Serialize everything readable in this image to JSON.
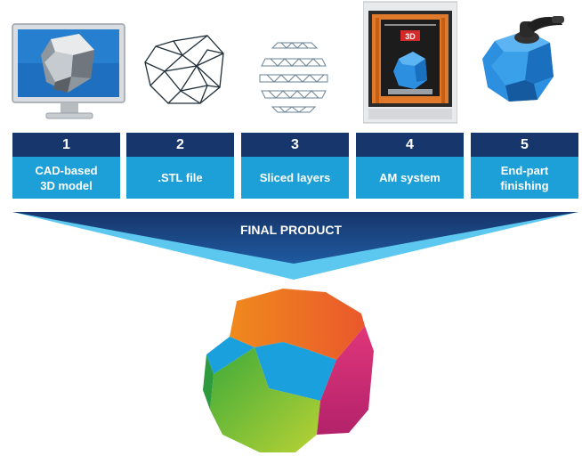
{
  "steps": [
    {
      "num": "1",
      "label_line1": "CAD-based",
      "label_line2": "3D model",
      "icon": "monitor-icon"
    },
    {
      "num": "2",
      "label_line1": ".STL file",
      "label_line2": "",
      "icon": "wireframe-mesh-icon"
    },
    {
      "num": "3",
      "label_line1": "Sliced layers",
      "label_line2": "",
      "icon": "sliced-layers-icon"
    },
    {
      "num": "4",
      "label_line1": "AM system",
      "label_line2": "",
      "icon": "3d-printer-icon"
    },
    {
      "num": "5",
      "label_line1": "End-part",
      "label_line2": "finishing",
      "icon": "polishing-tool-icon"
    }
  ],
  "funnel": {
    "label": "FINAL PRODUCT"
  },
  "printer_badge": "3D",
  "colors": {
    "navy": "#17366b",
    "cyan": "#1d9fd8",
    "funnel_light": "#5cc8ef",
    "part_blue": "#2d8fe0"
  }
}
